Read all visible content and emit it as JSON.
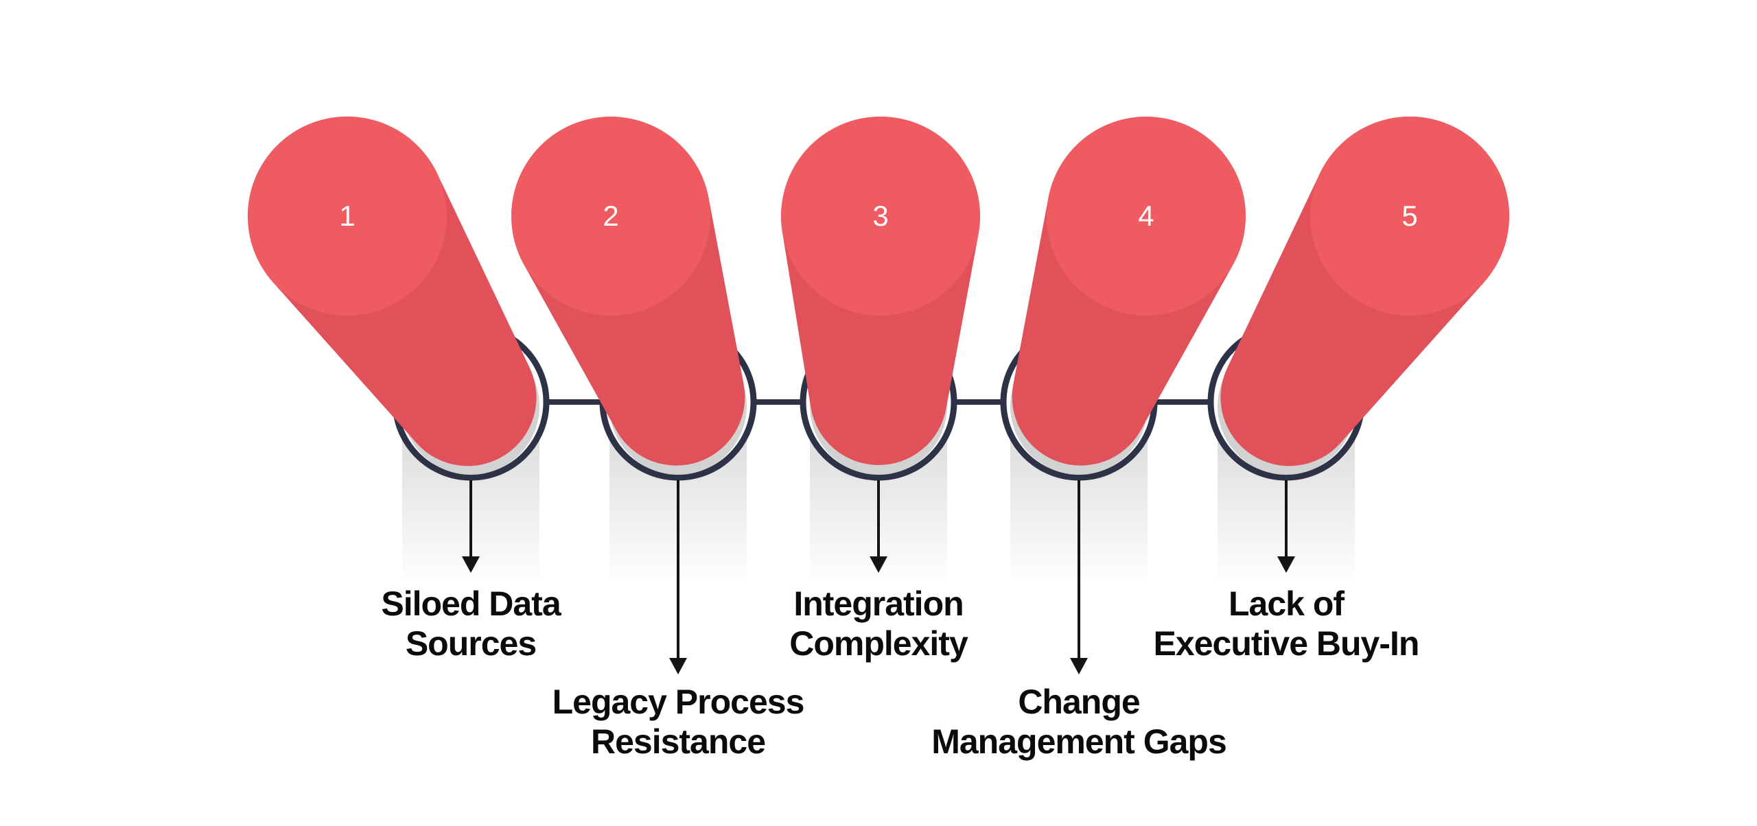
{
  "diagram": {
    "background": "#ffffff",
    "colors": {
      "pin_body": "#e05159",
      "pin_top": "#ee5c62",
      "ring": "#2d3246",
      "ring_fill": "#ffffff",
      "connector": "#2d3246",
      "socket_gray": "#d2d2d2",
      "shadow": "#d7d7d7",
      "arrow": "#141414",
      "number_text": "#ffffff",
      "label_text": "#0b0b0b"
    },
    "items": [
      {
        "number": "1",
        "label": [
          "Siloed Data",
          "Sources"
        ]
      },
      {
        "number": "2",
        "label": [
          "Legacy Process",
          "Resistance"
        ]
      },
      {
        "number": "3",
        "label": [
          "Integration",
          "Complexity"
        ]
      },
      {
        "number": "4",
        "label": [
          "Change",
          "Management Gaps"
        ]
      },
      {
        "number": "5",
        "label": [
          "Lack of",
          "Executive Buy-In"
        ]
      }
    ]
  }
}
